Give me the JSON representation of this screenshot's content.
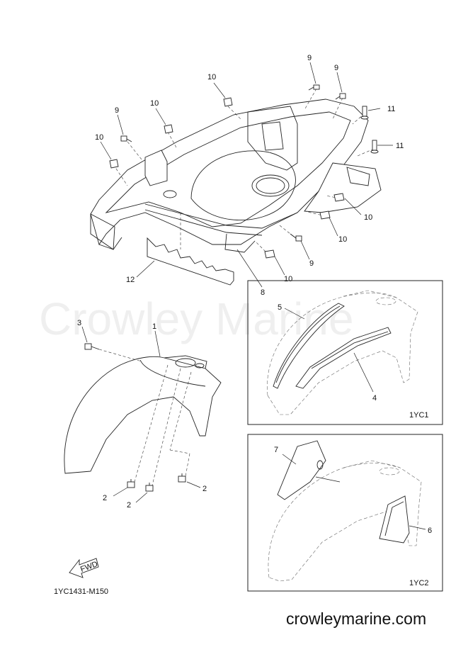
{
  "watermark": "Crowley Marine",
  "website": "crowleymarine.com",
  "diagram_code": "1YC1431-M150",
  "fwd_label": "FWD",
  "variants": [
    {
      "code": "1YC1"
    },
    {
      "code": "1YC2"
    }
  ],
  "callouts": {
    "c9a": "9",
    "c9b": "9",
    "c9c": "9",
    "c9d": "9",
    "c10a": "10",
    "c10b": "10",
    "c10c": "10",
    "c10d": "10",
    "c10e": "10",
    "c10f": "10",
    "c11a": "11",
    "c11b": "11",
    "c12": "12",
    "c8": "8",
    "c3": "3",
    "c1": "1",
    "c2a": "2",
    "c2b": "2",
    "c2c": "2",
    "c5": "5",
    "c4": "4",
    "c7": "7",
    "c6": "6"
  }
}
